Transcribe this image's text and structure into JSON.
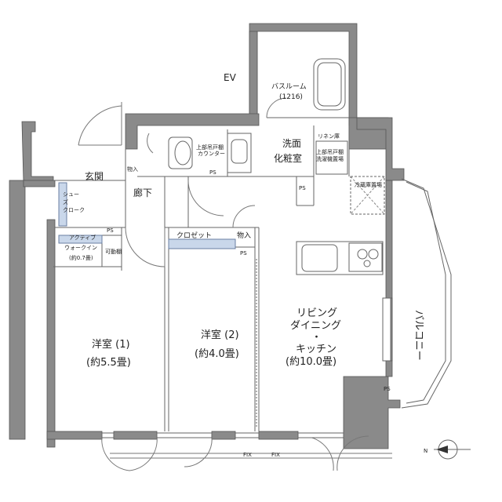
{
  "labels": {
    "ev": "EV",
    "bathroom_line1": "バスルーム",
    "bathroom_line2": "(1216)",
    "washroom_line1": "洗面",
    "washroom_line2": "化粧室",
    "linen": "リネン庫",
    "upper_shelf": "上部吊戸棚",
    "washer": "洗濯機置場",
    "counter": "カウンター",
    "upper_cabinet": "上部吊戸棚",
    "entrance": "玄関",
    "storage_1": "物入",
    "storage_2": "物入",
    "corridor": "廊下",
    "shoes_closet_line1": "シュー",
    "shoes_closet_line2": "ズ",
    "shoes_closet_line3": "クローク",
    "active_walkin_line1": "アクティブ",
    "active_walkin_line2": "ウォークイン",
    "active_walkin_line3": "(約0.7畳)",
    "movable_shelf": "可動棚",
    "closet": "クロゼット",
    "fridge": "冷蔵庫置場",
    "room1_name": "洋室 (1)",
    "room1_size": "(約5.5畳)",
    "room2_name": "洋室 (2)",
    "room2_size": "(約4.0畳)",
    "ldk_line1": "リビング",
    "ldk_line2": "ダイニング",
    "ldk_line3": "・",
    "ldk_line4": "キッチン",
    "ldk_line5": "(約10.0畳)",
    "balcony": "バルコニー",
    "ps": "PS",
    "fix_1": "FIX",
    "fix_2": "FIX",
    "north": "N"
  }
}
